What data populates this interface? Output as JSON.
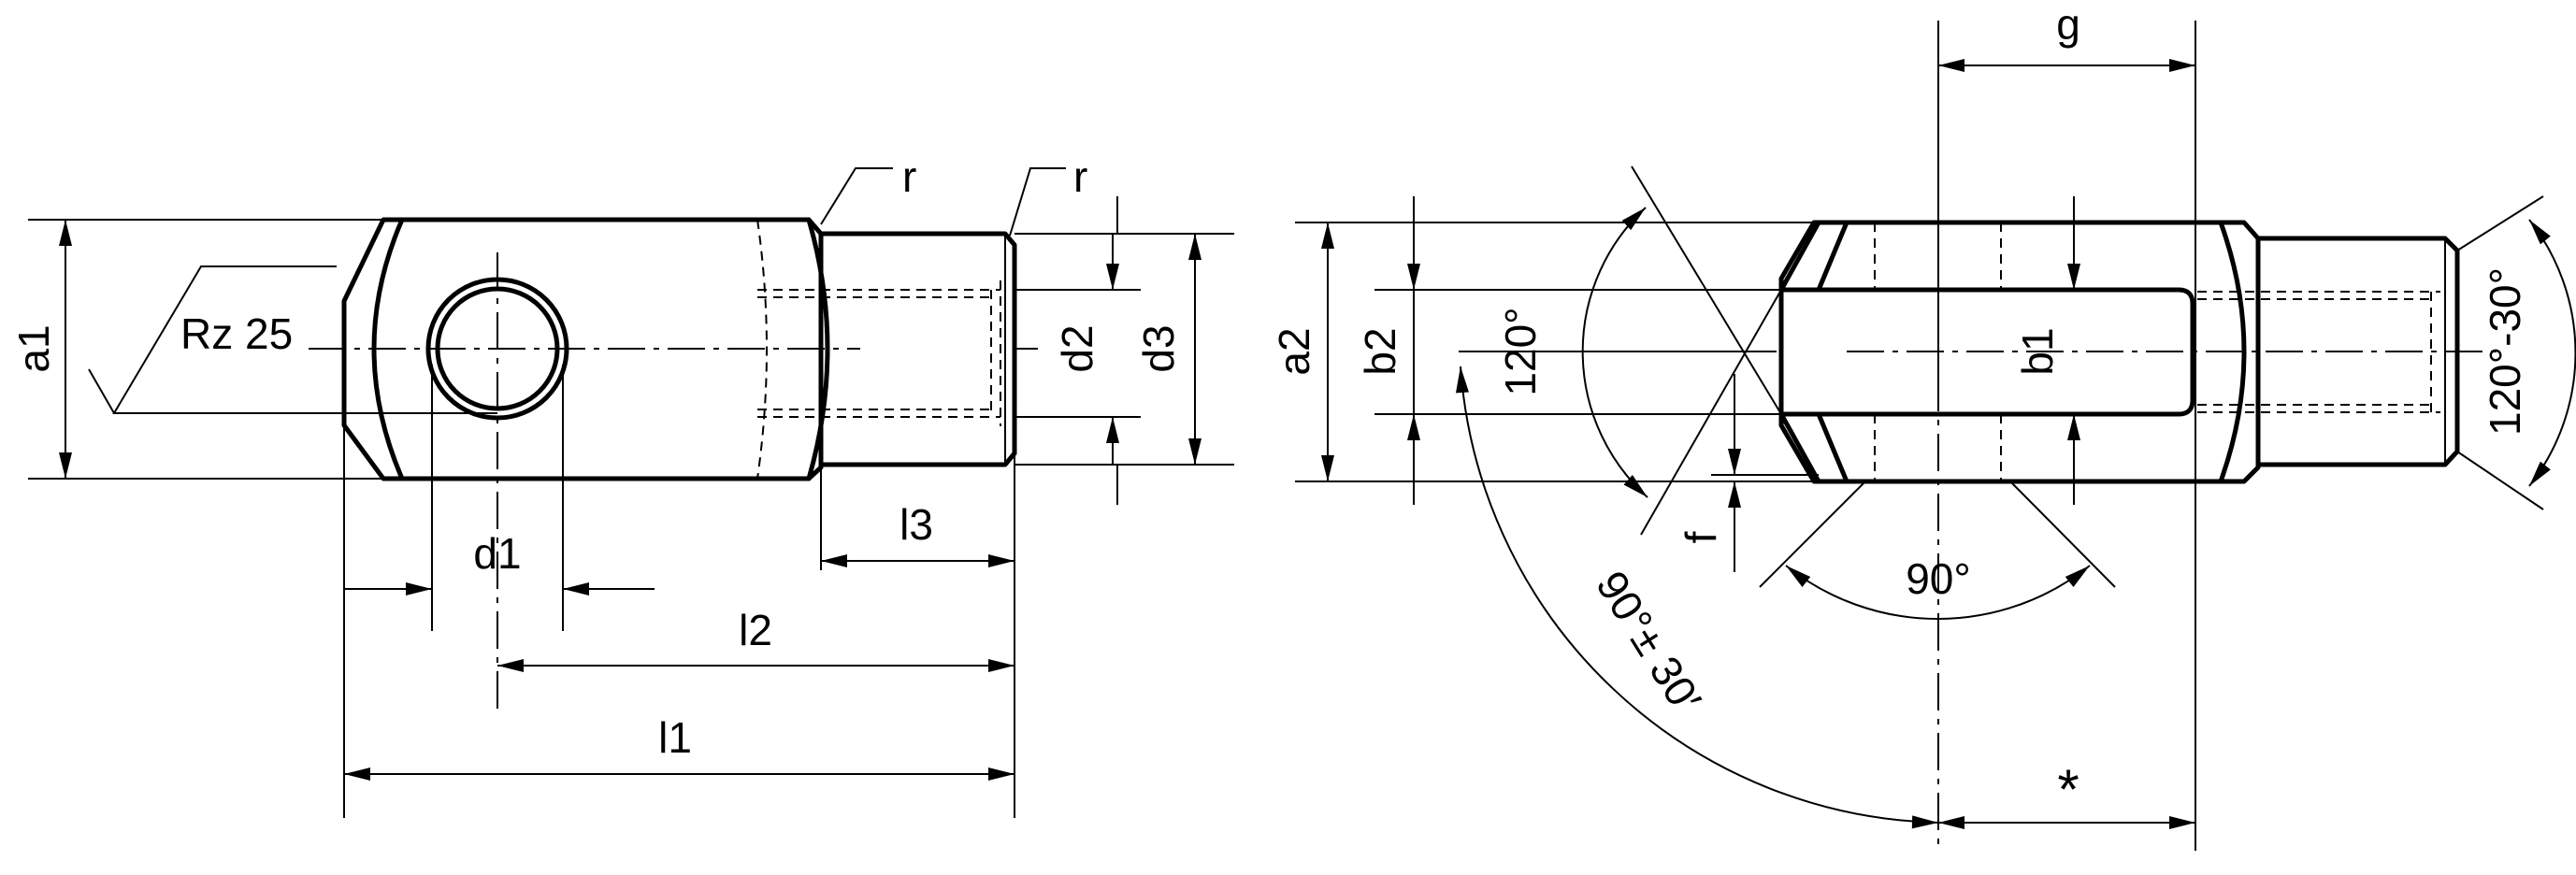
{
  "labels": {
    "r_left": "r",
    "r_right": "r",
    "rz": "Rz 25",
    "a1": "a1",
    "d1": "d1",
    "d2": "d2",
    "d3": "d3",
    "l1": "l1",
    "l2": "l2",
    "l3": "l3",
    "g": "g",
    "a2": "a2",
    "b2": "b2",
    "b1": "b1",
    "f": "f",
    "angle_120": "120°",
    "angle_90": "90°",
    "angle_90_30": "90°± 30′",
    "angle_120_30": "120°-30°",
    "star": "*"
  },
  "colors": {
    "ink": "#000000",
    "paper": "#ffffff"
  }
}
